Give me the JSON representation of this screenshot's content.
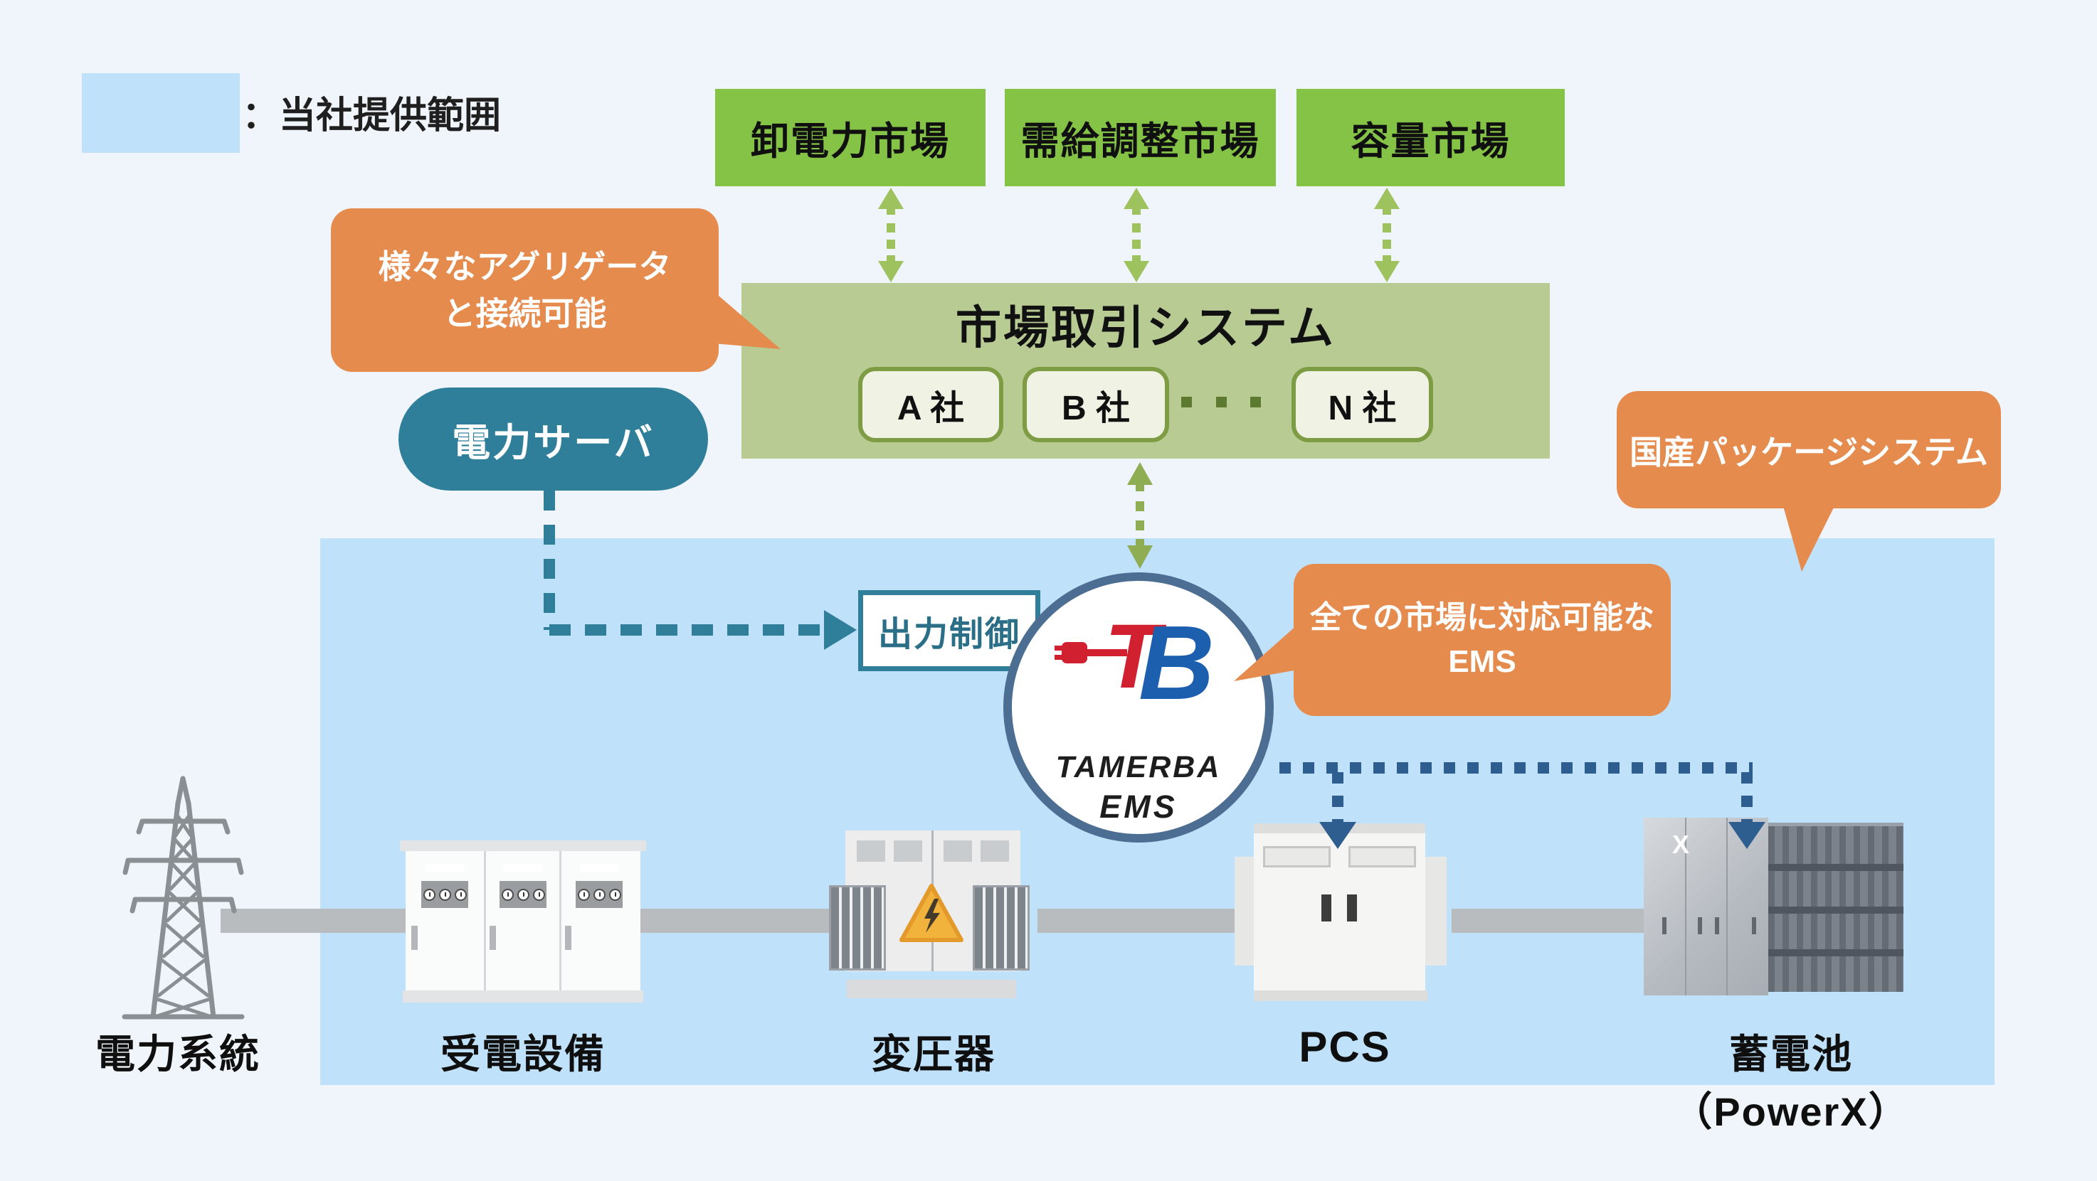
{
  "legend": {
    "label": "：当社提供範囲"
  },
  "markets": [
    {
      "label": "卸電力市場"
    },
    {
      "label": "需給調整市場"
    },
    {
      "label": "容量市場"
    }
  ],
  "market_system": {
    "title": "市場取引システム",
    "companies": [
      {
        "label": "A 社"
      },
      {
        "label": "B 社"
      },
      {
        "label": "N 社"
      }
    ]
  },
  "callouts": {
    "aggregator_line1": "様々なアグリゲータ",
    "aggregator_line2": "と接続可能",
    "domestic": "国産パッケージシステム",
    "ems_line1": "全ての市場に対応可能な",
    "ems_line2": "EMS"
  },
  "power_server": {
    "label": "電力サーバ"
  },
  "output_control": {
    "label": "出力制御"
  },
  "ems_unit": {
    "brand": "TAMERBA",
    "type": "EMS"
  },
  "equipment": {
    "grid": {
      "label": "電力系統"
    },
    "receiving": {
      "label": "受電設備"
    },
    "transformer": {
      "label": "変圧器"
    },
    "pcs": {
      "label": "PCS"
    },
    "battery": {
      "label": "蓄電池（PowerX）",
      "logo": "X"
    }
  },
  "colors": {
    "background": "#f0f5fb",
    "scope_blue": "#c0e1fa",
    "market_green": "#85c347",
    "system_sage": "#b7cb92",
    "company_border": "#7d9c44",
    "arrow_green": "#9dc25e",
    "callout_orange": "#e58b4e",
    "teal": "#2f7f9a",
    "dotted_blue": "#2d5e8f",
    "circle_border": "#4c6e92",
    "logo_red": "#d1202f",
    "logo_blue": "#1b5fae"
  }
}
